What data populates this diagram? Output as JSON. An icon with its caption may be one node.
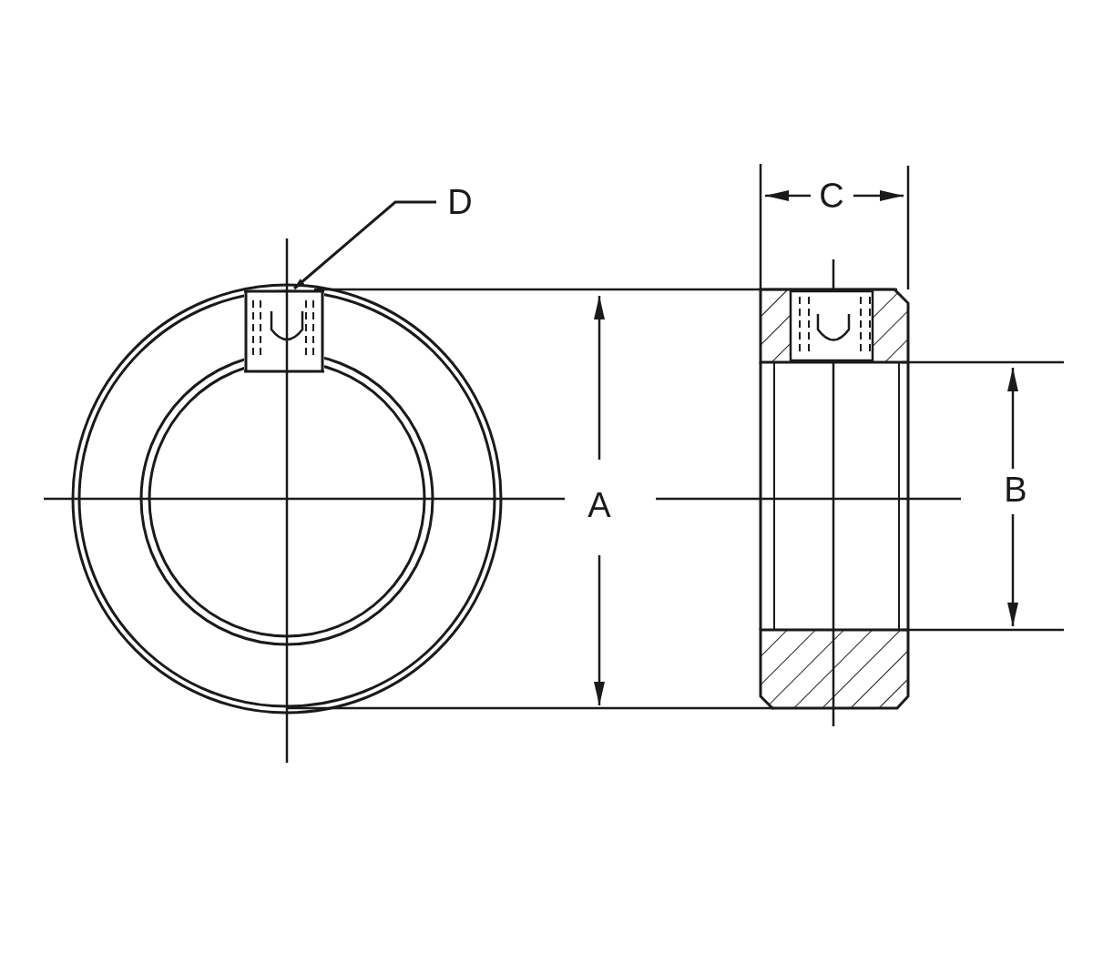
{
  "diagram": {
    "nodes": [
      {
        "text": [
          "D"
        ]
      },
      {
        "text": [],
        "shape": "picture"
      }
    ],
    "edges": [
      {
        "from": 0,
        "to": 1,
        "arrow": "to"
      }
    ],
    "labels": [
      "C",
      "A",
      "B"
    ]
  }
}
